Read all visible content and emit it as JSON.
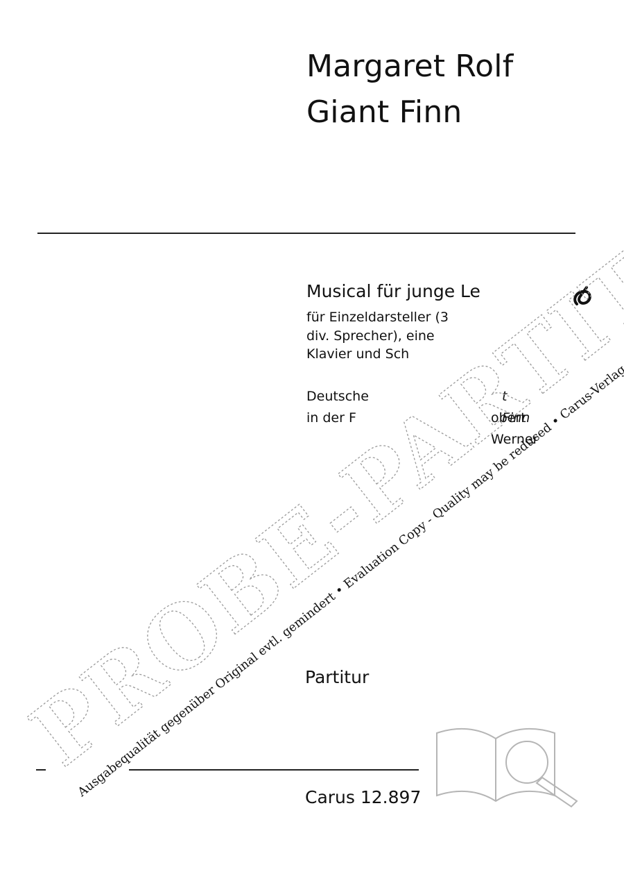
{
  "composer": "Margaret Rolf",
  "title": "Giant Finn",
  "genre_line": "Musical für junge Le",
  "instrumentation_lines": [
    "für Einzeldarsteller (3",
    "div. Sprecher), eine",
    "Klavier und Sch",
    ""
  ],
  "translation_lines": [
    "Deutsche",
    "in der F"
  ],
  "translation_fragments": {
    "a": "t Finn",
    "b": "obert Werner"
  },
  "score_type": "Partitur",
  "catalog": "Carus 12.897",
  "watermark": {
    "big_text": "PROBE-PARTITUR",
    "small_text": "Ausgabequalität gegenüber Original evtl. gemindert • Evaluation Copy - Quality may be reduced • Carus-Verlag"
  },
  "colors": {
    "text": "#111111",
    "rule": "#222222",
    "watermark": "#9a9a9a"
  },
  "icons": [
    "treble-clef-icon",
    "book-magnifier-icon"
  ]
}
